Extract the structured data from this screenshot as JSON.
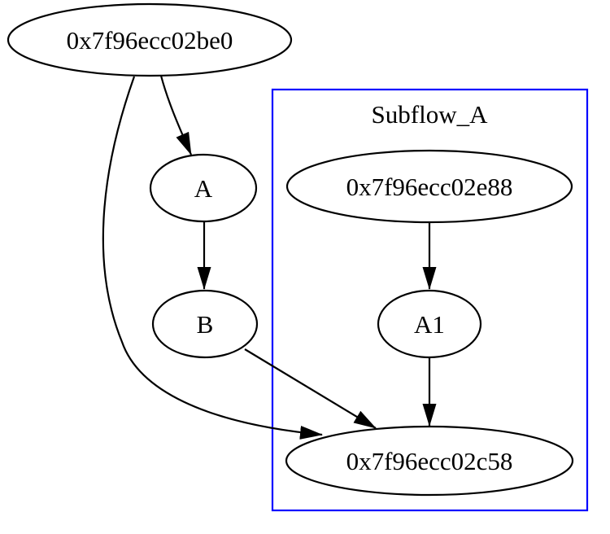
{
  "diagram": {
    "kind": "directed-graph",
    "background_color": "#ffffff",
    "colors": {
      "node_stroke": "#000000",
      "edge_stroke": "#000000",
      "arrowhead_fill": "#000000",
      "text": "#000000"
    },
    "cluster": {
      "label": "Subflow_A",
      "border_color": "#0000ff",
      "members": [
        "0x7f96ecc02e88",
        "A1",
        "0x7f96ecc02c58"
      ]
    },
    "nodes": {
      "be0": {
        "label": "0x7f96ecc02be0"
      },
      "A": {
        "label": "A"
      },
      "B": {
        "label": "B"
      },
      "e88": {
        "label": "0x7f96ecc02e88"
      },
      "A1": {
        "label": "A1"
      },
      "c58": {
        "label": "0x7f96ecc02c58"
      }
    },
    "edges": [
      {
        "from": "0x7f96ecc02be0",
        "to": "A"
      },
      {
        "from": "0x7f96ecc02be0",
        "to": "0x7f96ecc02c58"
      },
      {
        "from": "A",
        "to": "B"
      },
      {
        "from": "B",
        "to": "0x7f96ecc02c58"
      },
      {
        "from": "0x7f96ecc02e88",
        "to": "A1"
      },
      {
        "from": "A1",
        "to": "0x7f96ecc02c58"
      }
    ]
  }
}
